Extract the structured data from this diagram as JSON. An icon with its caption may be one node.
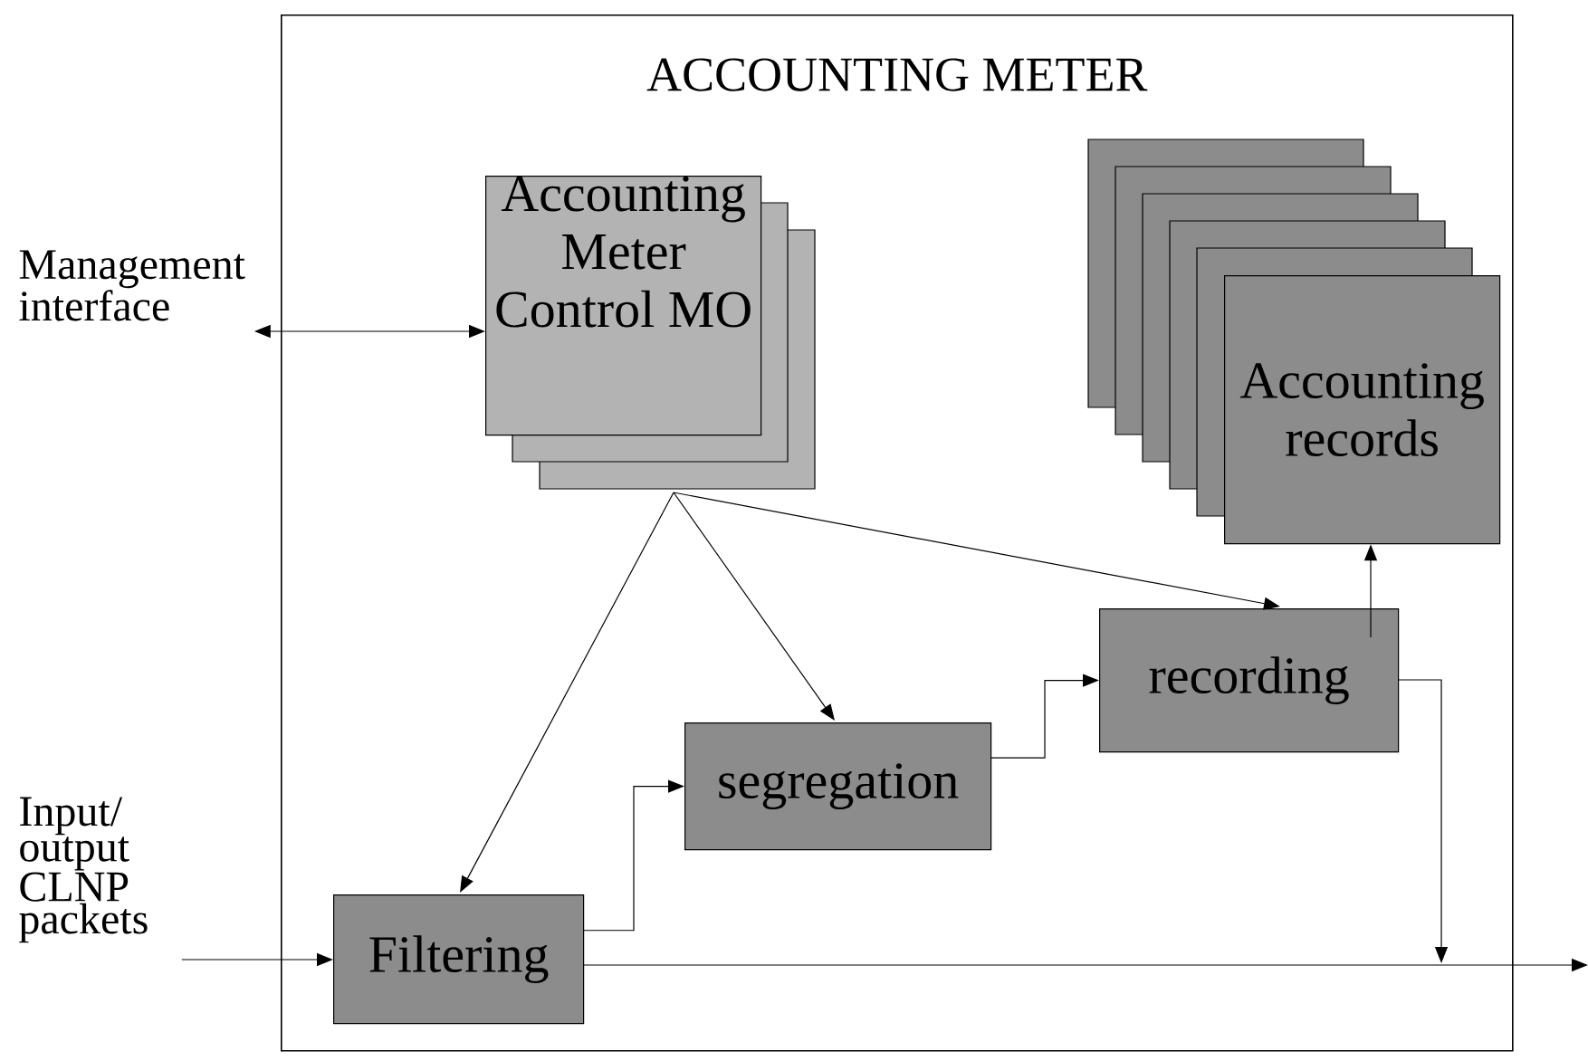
{
  "diagram": {
    "nodes": [
      {
        "text": [
          "ACCOUNTING METER"
        ]
      },
      {
        "text": [
          "Management interface"
        ]
      },
      {
        "text": [
          "Accounting Meter Control MO"
        ],
        "in": 0
      },
      {
        "text": [
          "Accounting records"
        ],
        "in": 0
      },
      {
        "text": [
          "recording"
        ],
        "in": 0
      },
      {
        "text": [
          "segregation"
        ],
        "in": 0
      },
      {
        "text": [
          "Filtering"
        ],
        "in": 0
      },
      {
        "text": [
          "Input/ output CLNP packets"
        ]
      }
    ],
    "edges": [
      {
        "from": 1,
        "to": 2,
        "arrow": "both"
      },
      {
        "from": 2,
        "to": 6,
        "arrow": "to"
      },
      {
        "from": 2,
        "to": 5,
        "arrow": "to"
      },
      {
        "from": 2,
        "to": 4,
        "arrow": "to"
      },
      {
        "from": 6,
        "to": 5,
        "arrow": "to"
      },
      {
        "from": 5,
        "to": 4,
        "arrow": "to"
      },
      {
        "from": 4,
        "to": 3,
        "arrow": "to"
      },
      {
        "from": 7,
        "to": 6,
        "arrow": "to"
      },
      {
        "from": 6,
        "to": null,
        "arrow": "to"
      },
      {
        "from": 4,
        "to": null,
        "arrow": "to"
      }
    ]
  }
}
